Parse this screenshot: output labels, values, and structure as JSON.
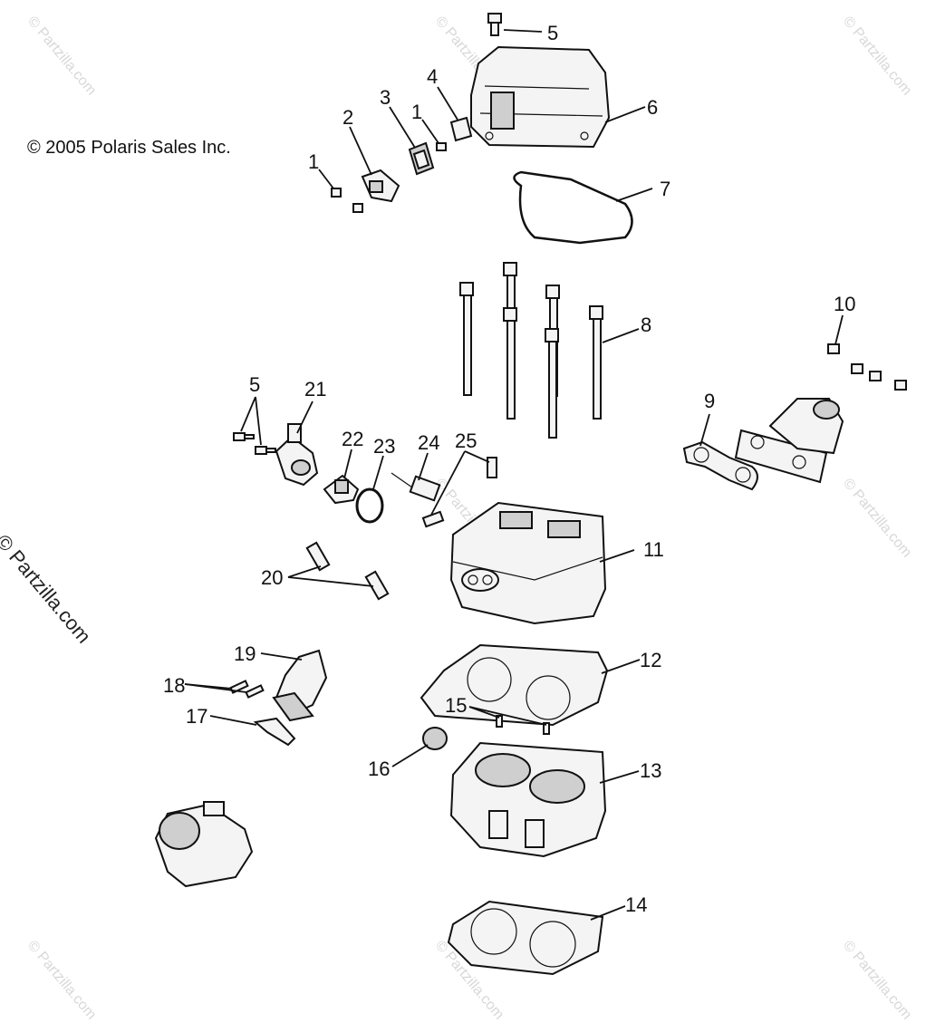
{
  "copyright": "© 2005 Polaris Sales Inc.",
  "watermark_side": "© Partzilla.com",
  "watermark_faint": "© Partzilla.com",
  "callouts": {
    "c1a": "1",
    "c1b": "1",
    "c2": "2",
    "c3": "3",
    "c4": "4",
    "c5a": "5",
    "c5b": "5",
    "c6": "6",
    "c7": "7",
    "c8": "8",
    "c9": "9",
    "c10": "10",
    "c11": "11",
    "c12": "12",
    "c13": "13",
    "c14": "14",
    "c15": "15",
    "c16": "16",
    "c17": "17",
    "c18": "18",
    "c19": "19",
    "c20": "20",
    "c21": "21",
    "c22": "22",
    "c23": "23",
    "c24": "24",
    "c25": "25"
  }
}
